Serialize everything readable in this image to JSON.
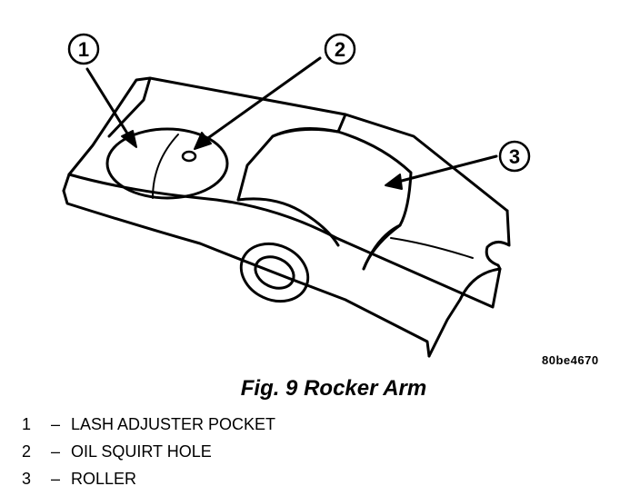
{
  "figure": {
    "caption": "Fig. 9 Rocker Arm",
    "code": "80be4670"
  },
  "callouts": [
    {
      "number": "1"
    },
    {
      "number": "2"
    },
    {
      "number": "3"
    }
  ],
  "legend": [
    {
      "number": "1",
      "dash": "–",
      "text": "LASH ADJUSTER POCKET"
    },
    {
      "number": "2",
      "dash": "–",
      "text": "OIL SQUIRT HOLE"
    },
    {
      "number": "3",
      "dash": "–",
      "text": "ROLLER"
    }
  ]
}
